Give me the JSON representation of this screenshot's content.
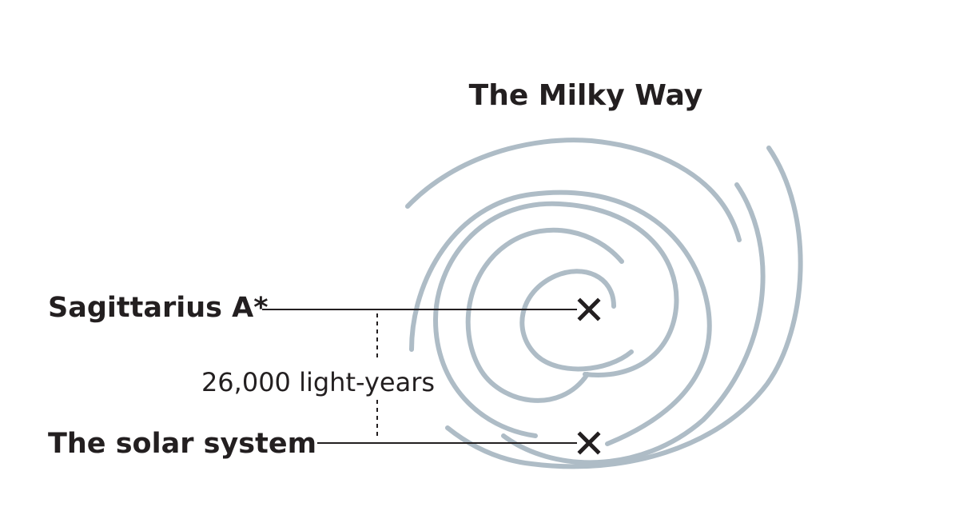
{
  "title": "The Milky Way",
  "markers": {
    "center": {
      "label": "Sagittarius A*",
      "icon": "cross-icon"
    },
    "sun": {
      "label": "The solar system",
      "icon": "cross-icon"
    }
  },
  "distance": {
    "label": "26,000 light-years"
  },
  "colors": {
    "spiral_arms": "#aebcc6",
    "text": "#231f20",
    "background": "#ffffff"
  }
}
